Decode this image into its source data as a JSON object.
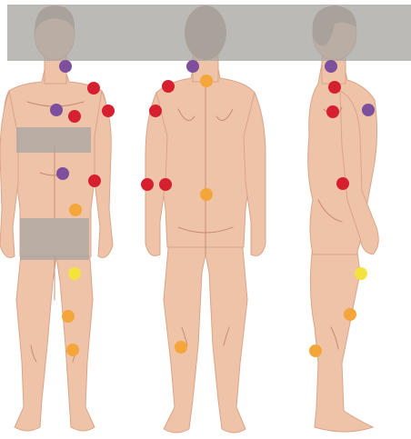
{
  "colors": {
    "background": "#ffffff",
    "skin": "#efc3a8",
    "skin_shadow": "#d9a58a",
    "skin_line": "#c98c74",
    "hair": "#a8947a",
    "privacy_bar": "#a9a7a3",
    "privacy_opacity": 0.78
  },
  "figures": [
    {
      "id": "front",
      "view": "front"
    },
    {
      "id": "back",
      "view": "back"
    },
    {
      "id": "side",
      "view": "side"
    }
  ],
  "markers": {
    "colors": {
      "purple": "#7d4f9c",
      "red": "#d6202f",
      "orange": "#f4a63a",
      "yellow": "#f4e33c"
    },
    "front": [
      "purple",
      "red",
      "purple",
      "red",
      "red",
      "purple",
      "red",
      "orange",
      "yellow",
      "orange",
      "orange"
    ],
    "back": [
      "purple",
      "red",
      "orange",
      "red",
      "red",
      "red",
      "orange",
      "orange"
    ],
    "side": [
      "purple",
      "red",
      "red",
      "purple",
      "red",
      "yellow",
      "orange",
      "orange"
    ]
  }
}
